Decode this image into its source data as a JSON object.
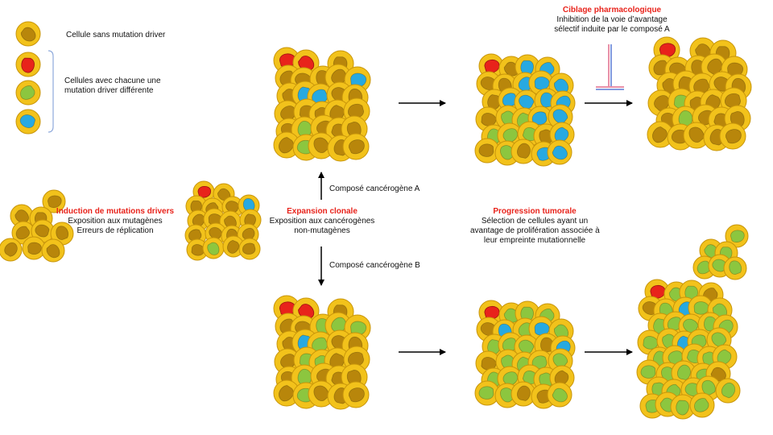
{
  "legend": {
    "no_driver": "Cellule sans mutation driver",
    "with_driver_line1": "Cellules avec chacune une",
    "with_driver_line2": "mutation driver différente"
  },
  "induction": {
    "title": "Induction de mutations drivers",
    "line1": "Exposition aux mutagènes",
    "line2": "Erreurs de réplication"
  },
  "expansion": {
    "title": "Expansion clonale",
    "line1": "Exposition aux cancérogènes",
    "line2": "non-mutagènes"
  },
  "compound_a": "Composé cancérogène A",
  "compound_b": "Composé cancérogène B",
  "progression": {
    "title": "Progression tumorale",
    "line1": "Sélection de cellules ayant un",
    "line2": "avantage de prolifération associée à",
    "line3": "leur empreinte mutationnelle"
  },
  "targeting": {
    "title": "Ciblage pharmacologique",
    "line1": "Inhibition de la voie d’avantage",
    "line2": "sélectif induite par le composé A"
  },
  "colors": {
    "cell_outer": "#f2c21b",
    "cell_outline": "#c8950a",
    "nucleus_brown": "#b8860b",
    "nucleus_red": "#e8231b",
    "nucleus_blue": "#27a9e1",
    "nucleus_green": "#8cc63f",
    "highlight_red": "#e8231b",
    "bracket": "#8ea9db",
    "inhibitor_pink": "#e06c8c",
    "inhibitor_blue": "#5b7bd5"
  }
}
